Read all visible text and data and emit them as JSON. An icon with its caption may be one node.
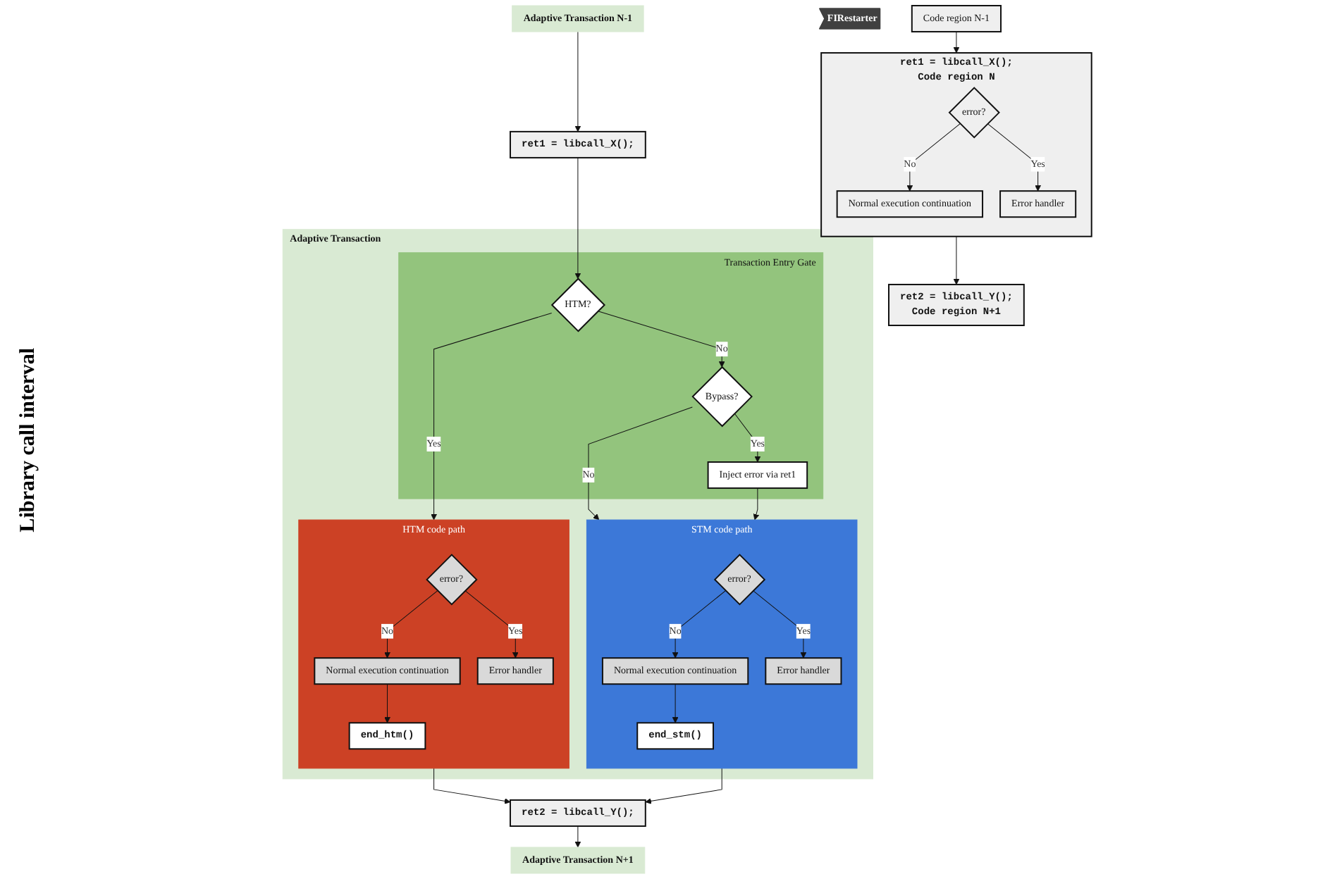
{
  "diagram": {
    "nodes": [
      {
        "text": [
          "Code region N-1"
        ]
      },
      {
        "text": [
          "ret1 = libcall_X();",
          "Code region N"
        ]
      },
      {
        "text": [
          "error?"
        ],
        "in": 1
      },
      {
        "text": [
          "Normal execution continuation"
        ],
        "in": 1
      },
      {
        "text": [
          "Error handler"
        ],
        "in": 1
      },
      {
        "text": [
          "ret2 = libcall_Y();",
          "Code region N+1"
        ]
      },
      {
        "text": [
          "FIRestarter"
        ]
      },
      {
        "text": [
          "Adaptive Transaction N-1"
        ]
      },
      {
        "text": [
          "ret1 = libcall_X();"
        ]
      },
      {
        "text": [
          "Adaptive Transaction"
        ]
      },
      {
        "text": [
          "Transaction Entry Gate"
        ],
        "in": 9
      },
      {
        "text": [
          "HTM?"
        ],
        "in": 10
      },
      {
        "text": [
          "Bypass?"
        ],
        "in": 10
      },
      {
        "text": [
          "Inject error via ret1"
        ],
        "in": 10
      },
      {
        "text": [
          "HTM code path"
        ],
        "in": 9
      },
      {
        "text": [
          "error?"
        ],
        "in": 14
      },
      {
        "text": [
          "Normal execution continuation"
        ],
        "in": 14
      },
      {
        "text": [
          "Error handler"
        ],
        "in": 14
      },
      {
        "text": [
          "end_htm()"
        ],
        "in": 14
      },
      {
        "text": [
          "STM code path"
        ],
        "in": 9
      },
      {
        "text": [
          "error?"
        ],
        "in": 19
      },
      {
        "text": [
          "Normal execution continuation"
        ],
        "in": 19
      },
      {
        "text": [
          "Error handler"
        ],
        "in": 19
      },
      {
        "text": [
          "end_stm()"
        ],
        "in": 19
      },
      {
        "text": [
          "ret2 = libcall_Y();"
        ]
      },
      {
        "text": [
          "Adaptive Transaction N+1"
        ]
      }
    ],
    "edges": [
      {
        "from": 0,
        "to": 1,
        "arrow": "to"
      },
      {
        "from": 2,
        "to": 3,
        "label": "No",
        "arrow": "to"
      },
      {
        "from": 2,
        "to": 4,
        "label": "Yes",
        "arrow": "to"
      },
      {
        "from": 1,
        "to": 5,
        "arrow": "to"
      },
      {
        "from": 7,
        "to": 8,
        "arrow": "to"
      },
      {
        "from": 8,
        "to": 11,
        "arrow": "to"
      },
      {
        "from": 11,
        "to": 14,
        "label": "Yes",
        "arrow": "to"
      },
      {
        "from": 11,
        "to": 12,
        "label": "No",
        "arrow": "to"
      },
      {
        "from": 12,
        "to": 13,
        "label": "Yes",
        "arrow": "to"
      },
      {
        "from": 12,
        "to": 19,
        "label": "No",
        "arrow": "to"
      },
      {
        "from": 13,
        "to": 19,
        "arrow": "to"
      },
      {
        "from": 15,
        "to": 16,
        "label": "No",
        "arrow": "to"
      },
      {
        "from": 15,
        "to": 17,
        "label": "Yes",
        "arrow": "to"
      },
      {
        "from": 16,
        "to": 18,
        "arrow": "to"
      },
      {
        "from": 20,
        "to": 21,
        "label": "No",
        "arrow": "to"
      },
      {
        "from": 20,
        "to": 22,
        "label": "Yes",
        "arrow": "to"
      },
      {
        "from": 21,
        "to": 23,
        "arrow": "to"
      },
      {
        "from": 14,
        "to": 24,
        "arrow": "to"
      },
      {
        "from": 19,
        "to": 24,
        "arrow": "to"
      },
      {
        "from": 24,
        "to": 25,
        "arrow": "to"
      }
    ],
    "labels": [
      "Library call interval"
    ]
  }
}
